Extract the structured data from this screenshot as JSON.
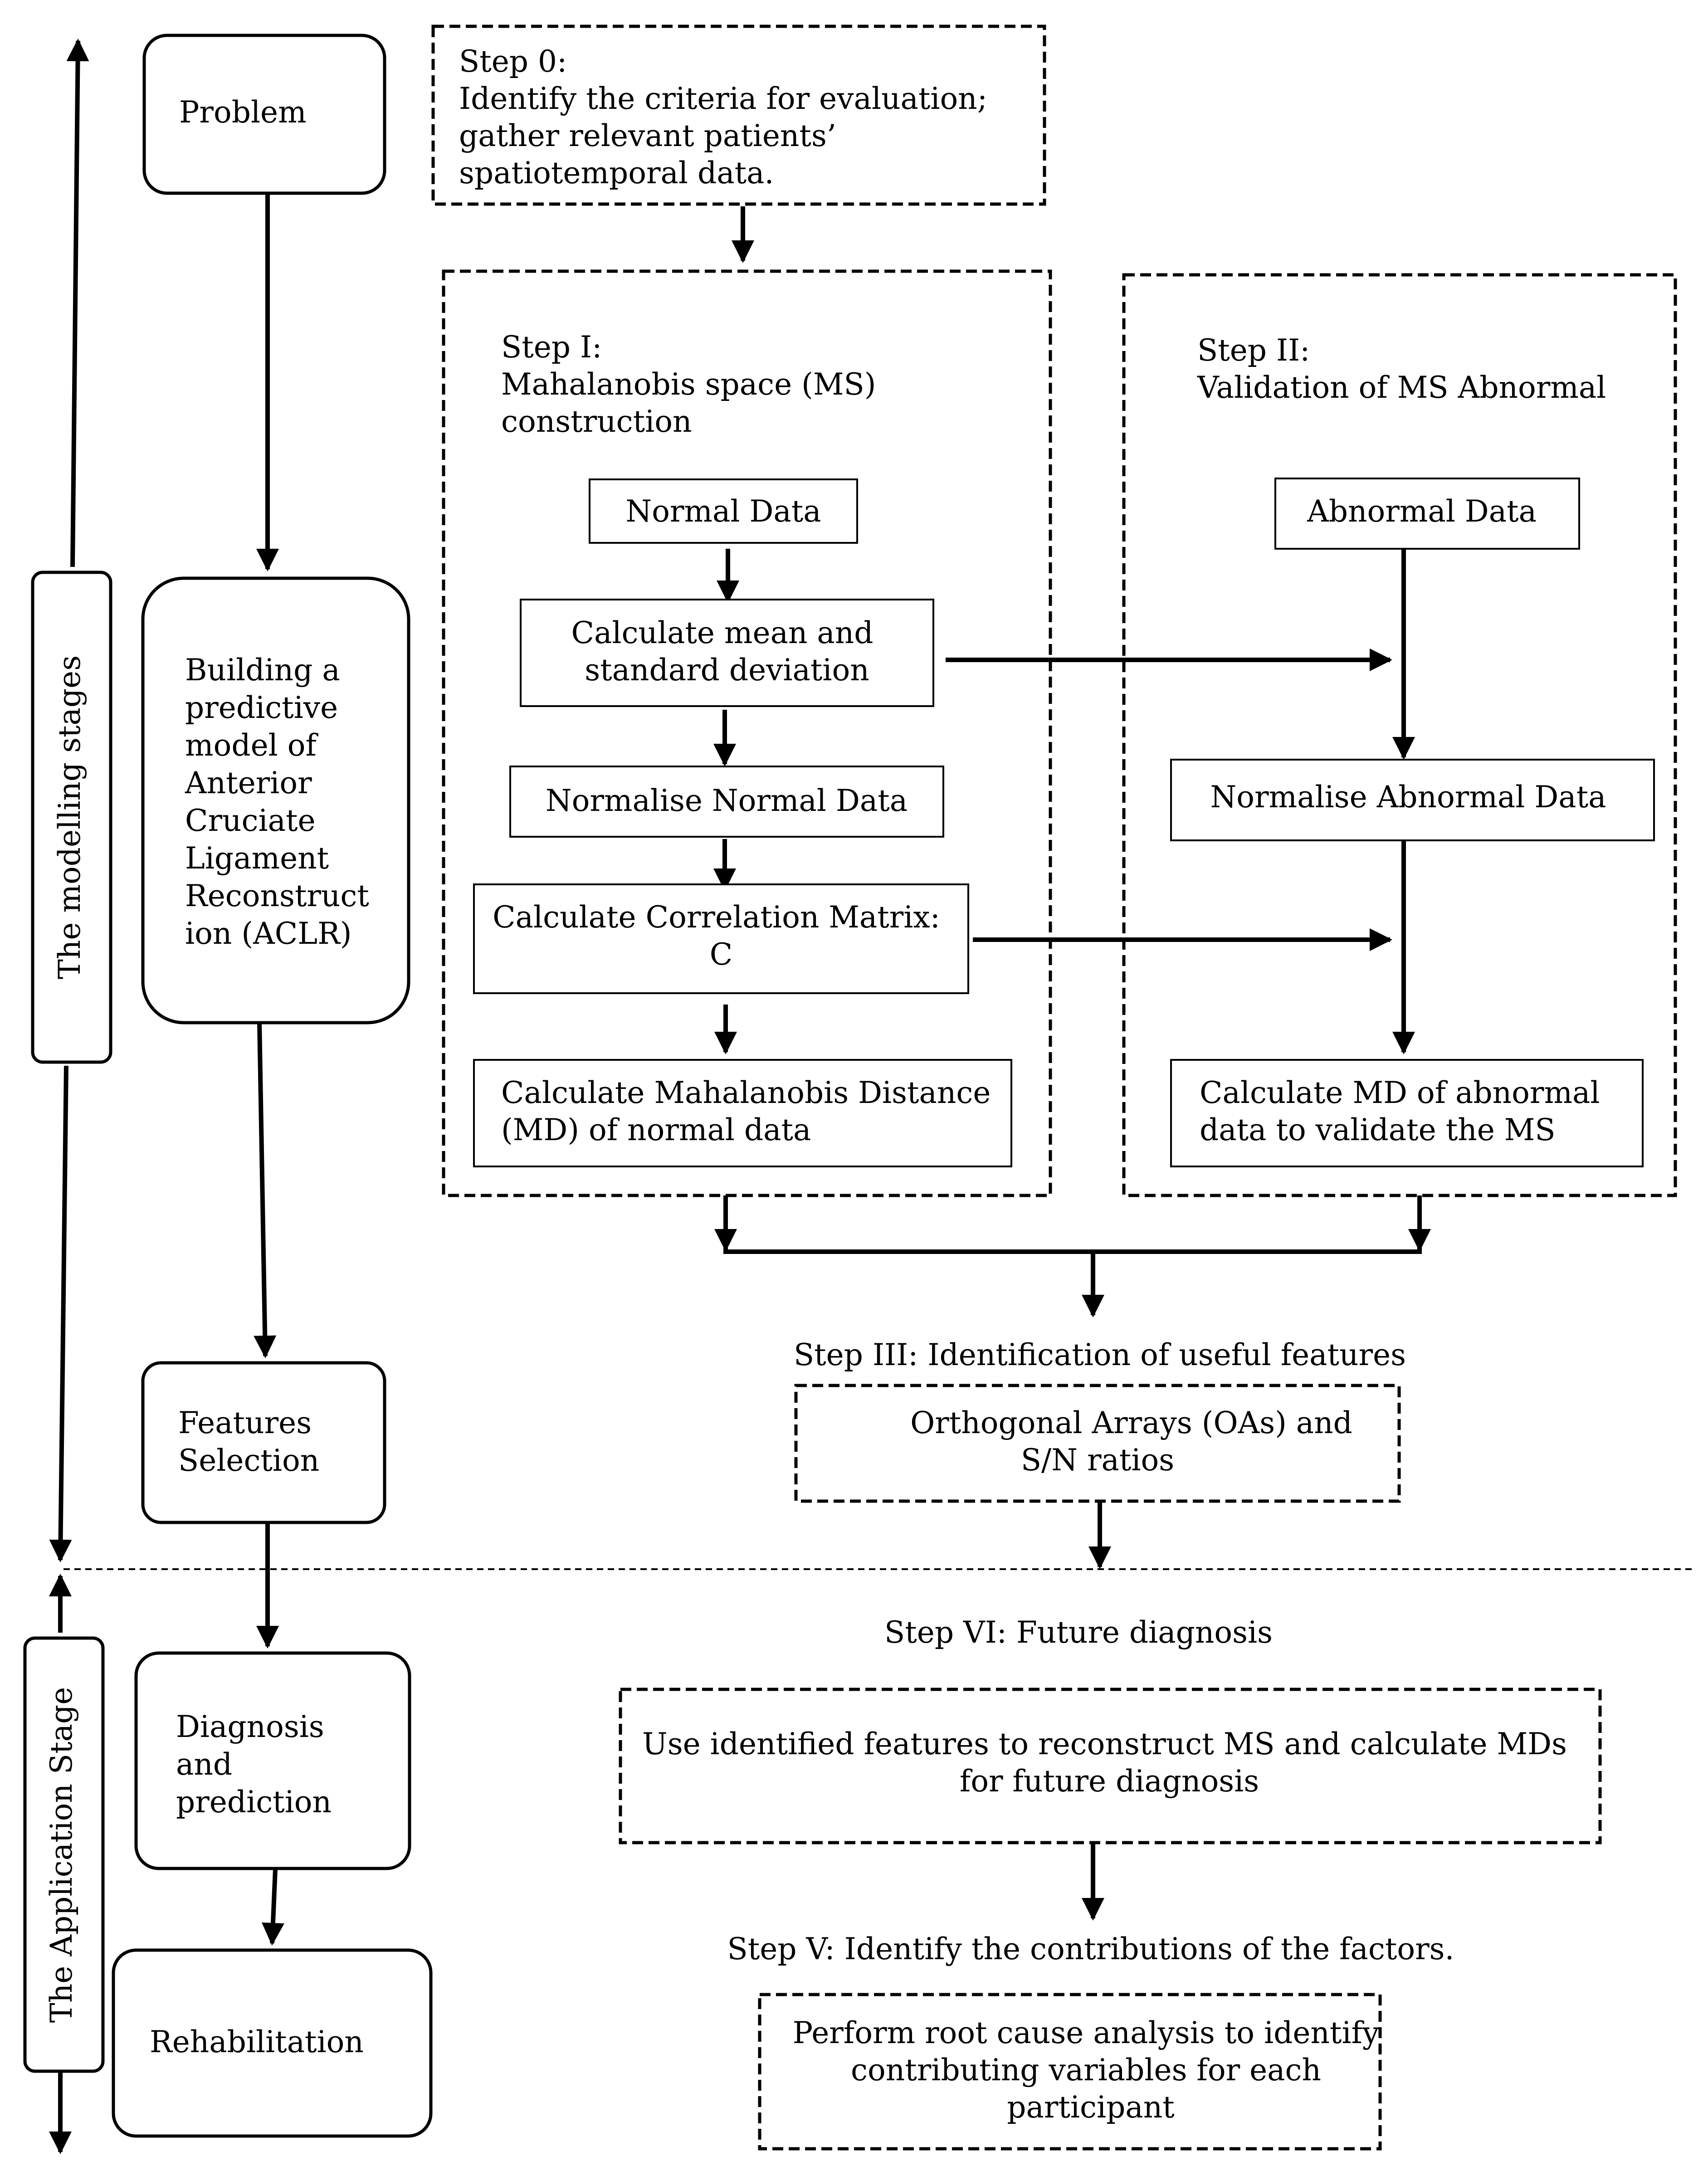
{
  "stages": {
    "modelling_label": "The modelling stages",
    "application_label": "The Application Stage"
  },
  "left_column": {
    "problem": "Problem",
    "building": [
      "Building a",
      "predictive",
      "model of",
      "Anterior",
      "Cruciate",
      "Ligament",
      "Reconstruct",
      "ion (ACLR)"
    ],
    "features": [
      "Features",
      "Selection"
    ],
    "diagnosis": [
      "Diagnosis",
      "and",
      "prediction"
    ],
    "rehabilitation": "Rehabilitation"
  },
  "step0": {
    "title": "Step 0:",
    "lines": [
      "Identify the criteria for evaluation;",
      "gather relevant patients’",
      "spatiotemporal data."
    ]
  },
  "step1": {
    "title": "Step I:",
    "subtitle": [
      "Mahalanobis space (MS)",
      "construction"
    ],
    "normal_data": "Normal Data",
    "calc_mean": [
      "Calculate mean and",
      "standard deviation"
    ],
    "normalise_normal": "Normalise Normal Data",
    "calc_corr": [
      "Calculate Correlation Matrix:",
      "C"
    ],
    "calc_md": [
      "Calculate Mahalanobis Distance",
      "(MD) of normal data"
    ]
  },
  "step2": {
    "title": "Step II:",
    "subtitle": "Validation of MS Abnormal",
    "abnormal_data": "Abnormal Data",
    "normalise_abnormal": "Normalise Abnormal Data",
    "calc_md_abnormal": [
      "Calculate  MD  of  abnormal",
      "data to validate the MS"
    ]
  },
  "step3": {
    "title": "Step III: Identification of useful features",
    "box": [
      "Orthogonal Arrays (OAs) and",
      "S/N ratios"
    ]
  },
  "step6": {
    "title": "Step VI: Future diagnosis",
    "box": [
      "Use identified features to reconstruct MS and calculate MDs",
      "for future diagnosis"
    ]
  },
  "step5": {
    "title": "Step V: Identify the contributions of the factors.",
    "box": [
      "Perform root cause analysis to identify",
      "contributing variables for each",
      "participant"
    ]
  }
}
